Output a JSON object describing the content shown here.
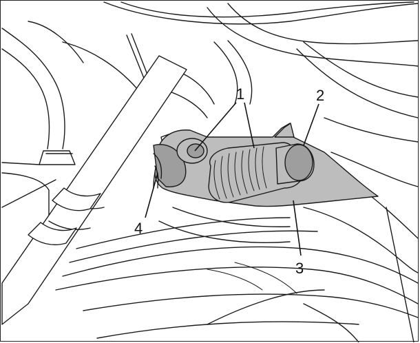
{
  "callouts": {
    "c1": "1",
    "c2": "2",
    "c3": "3",
    "c4": "4"
  },
  "colors": {
    "highlight_part": "#bdbdbd",
    "line": "#1a1a1a",
    "background": "#ffffff"
  }
}
